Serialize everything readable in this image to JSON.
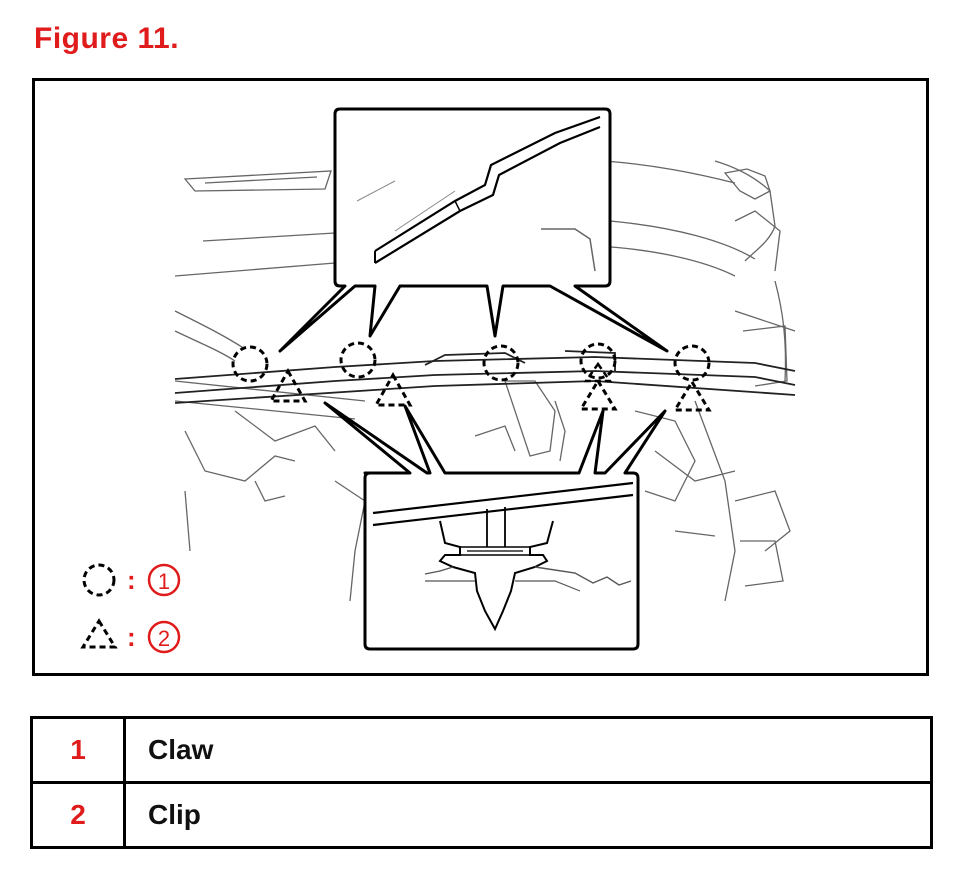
{
  "figure": {
    "title": "Figure 11."
  },
  "illustration": {
    "key": [
      {
        "symbol": "dashed-circle",
        "separator": ":",
        "number": "1"
      },
      {
        "symbol": "dashed-triangle",
        "separator": ":",
        "number": "2"
      }
    ],
    "colors": {
      "accent": "#e01b1b",
      "line": "#000000",
      "sketch": "#555555"
    }
  },
  "legend": {
    "rows": [
      {
        "number": "1",
        "label": "Claw"
      },
      {
        "number": "2",
        "label": "Clip"
      }
    ]
  }
}
